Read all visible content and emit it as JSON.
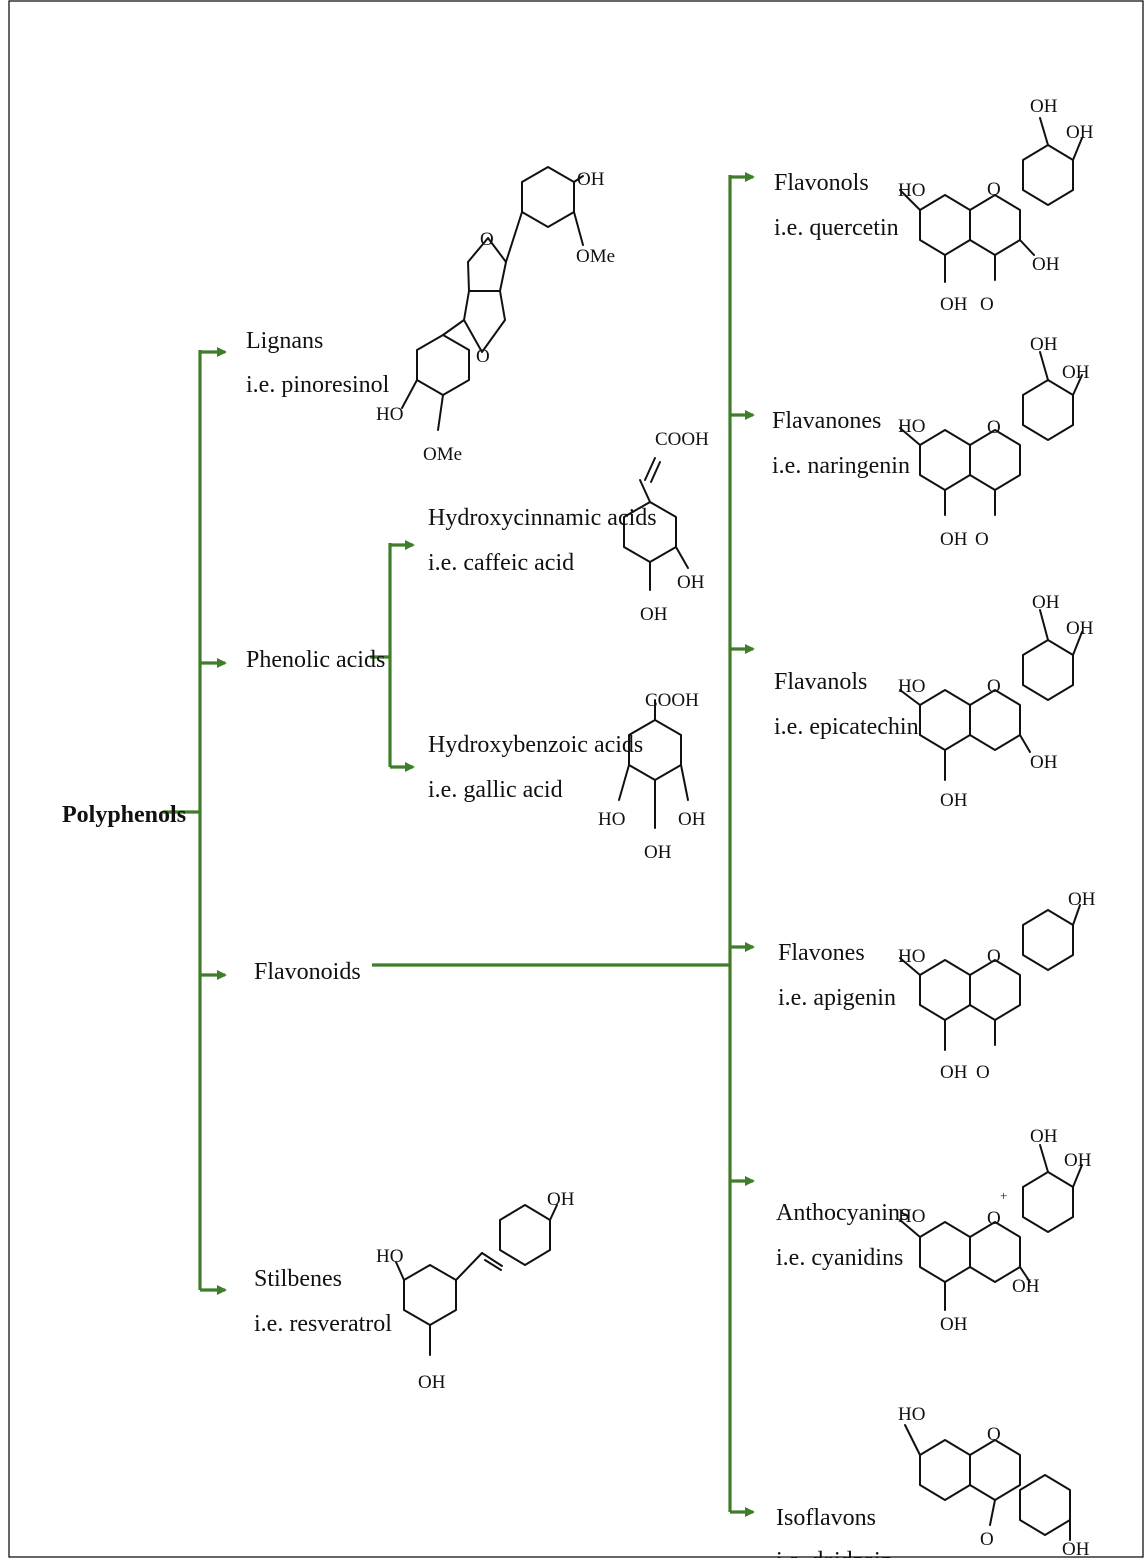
{
  "colors": {
    "connector": "#3f7d2b",
    "text": "#111111",
    "background": "#ffffff",
    "border": "#000000"
  },
  "root": {
    "label": "Polyphenols"
  },
  "classes": {
    "lignans": {
      "name": "Lignans",
      "example": "i.e. pinoresinol"
    },
    "phenolic_acids": {
      "name": "Phenolic acids",
      "subclasses": {
        "hydroxycinnamic": {
          "name": "Hydroxycinnamic acids",
          "example": "i.e. caffeic acid"
        },
        "hydroxybenzoic": {
          "name": "Hydroxybenzoic acids",
          "example": "i.e. gallic acid"
        }
      }
    },
    "flavonoids": {
      "name": "Flavonoids",
      "subclasses": {
        "flavonols": {
          "name": "Flavonols",
          "example": "i.e. quercetin"
        },
        "flavanones": {
          "name": "Flavanones",
          "example": "i.e. naringenin"
        },
        "flavanols": {
          "name": "Flavanols",
          "example": "i.e. epicatechin"
        },
        "flavones": {
          "name": "Flavones",
          "example": "i.e. apigenin"
        },
        "anthocyanins": {
          "name": "Anthocyanins",
          "example": "i.e. cyanidins"
        },
        "isoflavons": {
          "name": "Isoflavons",
          "example": "i.e. daidzein"
        }
      }
    },
    "stilbenes": {
      "name": "Stilbenes",
      "example": "i.e. resveratrol"
    }
  },
  "atoms": {
    "oh": "OH",
    "ho": "HO",
    "o": "O",
    "ome": "OMe",
    "cooh": "COOH",
    "plus": "+"
  }
}
